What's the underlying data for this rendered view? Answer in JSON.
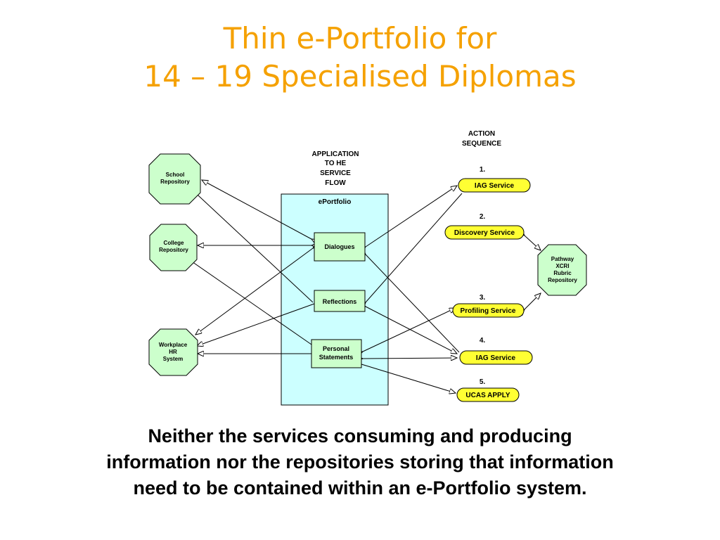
{
  "title": {
    "line1": "Thin e-Portfolio for",
    "line2": "14 – 19 Specialised Diplomas"
  },
  "labels": {
    "action_sequence": [
      "ACTION",
      "SEQUENCE"
    ],
    "application_flow": [
      "APPLICATION",
      "TO HE",
      "SERVICE",
      "FLOW"
    ],
    "eportfolio": "ePortfolio"
  },
  "repositories": {
    "school": [
      "School",
      "Repository"
    ],
    "college": [
      "College",
      "Repository"
    ],
    "workplace": [
      "Workplace",
      "HR",
      "System"
    ],
    "pathway": [
      "Pathway",
      "XCRI",
      "Rubric",
      "Repository"
    ]
  },
  "eportfolio_items": {
    "dialogues": "Dialogues",
    "reflections": "Reflections",
    "personal_statements": [
      "Personal",
      "Statements"
    ]
  },
  "steps": [
    {
      "number": "1.",
      "label": "IAG Service"
    },
    {
      "number": "2.",
      "label": "Discovery Service"
    },
    {
      "number": "3.",
      "label": "Profiling Service"
    },
    {
      "number": "4.",
      "label": "IAG Service"
    },
    {
      "number": "5.",
      "label": "UCAS APPLY"
    }
  ],
  "caption": [
    "Neither the services consuming and producing",
    "information nor the repositories storing that information",
    "need to be contained within an e-Portfolio system."
  ],
  "colors": {
    "title": "#f5a100",
    "repository_fill": "#ccffcc",
    "eportfolio_fill": "#ccffff",
    "service_fill": "#ffff33"
  }
}
